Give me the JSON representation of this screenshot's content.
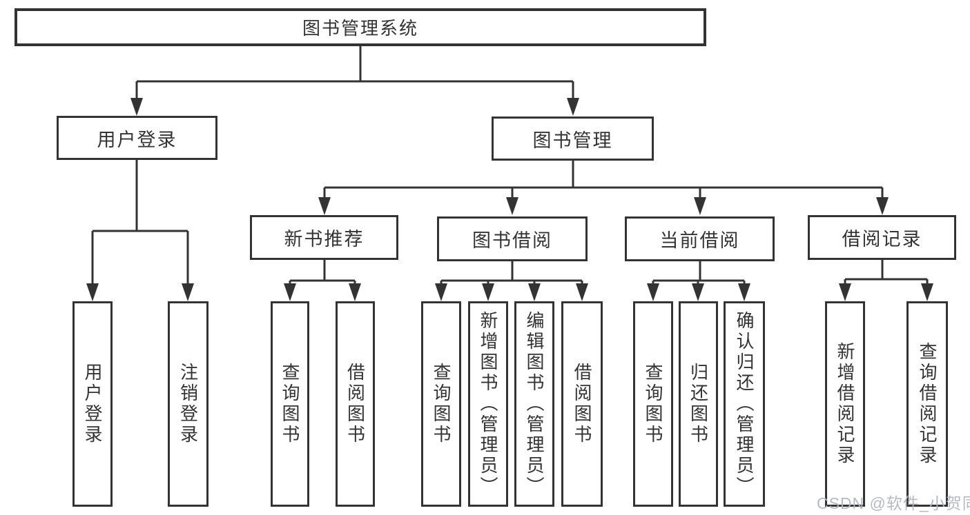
{
  "root": {
    "label": "图书管理系统"
  },
  "level2": [
    {
      "label": "用户登录"
    },
    {
      "label": "图书管理"
    }
  ],
  "level3": [
    {
      "label": "新书推荐"
    },
    {
      "label": "图书借阅"
    },
    {
      "label": "当前借阅"
    },
    {
      "label": "借阅记录"
    }
  ],
  "leaves": {
    "user_login": [
      "用户登录",
      "注销登录"
    ],
    "new_book": [
      "查询图书",
      "借阅图书"
    ],
    "book_borrow": [
      "查询图书",
      "新增图书（管理员）",
      "编辑图书（管理员）",
      "借阅图书"
    ],
    "current_borrow": [
      "查询图书",
      "归还图书",
      "确认归还（管理员）"
    ],
    "borrow_record": [
      "新增借阅记录",
      "查询借阅记录"
    ]
  },
  "watermark": "CSDN @软件_小贺同学",
  "colors": {
    "line": "#333333",
    "background": "#ffffff",
    "watermark": "#b0b5bf"
  }
}
